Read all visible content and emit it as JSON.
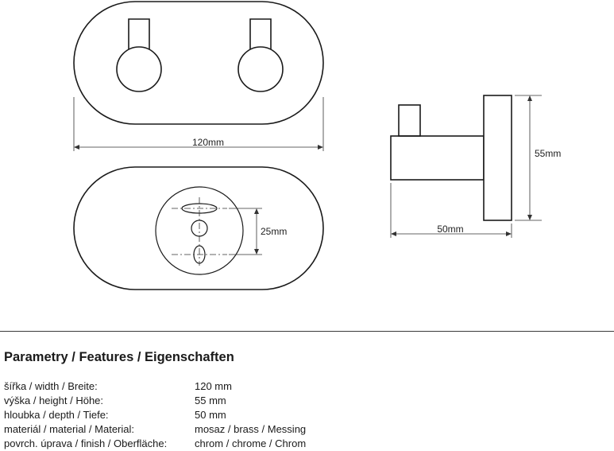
{
  "drawing": {
    "dimensions": {
      "width_label": "120mm",
      "hole_spacing_label": "25mm",
      "depth_label": "50mm",
      "height_label": "55mm"
    }
  },
  "specs": {
    "title": "Parametry / Features / Eigenschaften",
    "rows": [
      {
        "label": "šířka / width / Breite:",
        "value": "120 mm"
      },
      {
        "label": "výška / height / Höhe:",
        "value": "55 mm"
      },
      {
        "label": "hloubka / depth / Tiefe:",
        "value": "50 mm"
      },
      {
        "label": "materiál / material / Material:",
        "value": "mosaz / brass / Messing"
      },
      {
        "label": "povrch. úprava / finish / Oberfläche:",
        "value": "chrom / chrome / Chrom"
      }
    ]
  }
}
